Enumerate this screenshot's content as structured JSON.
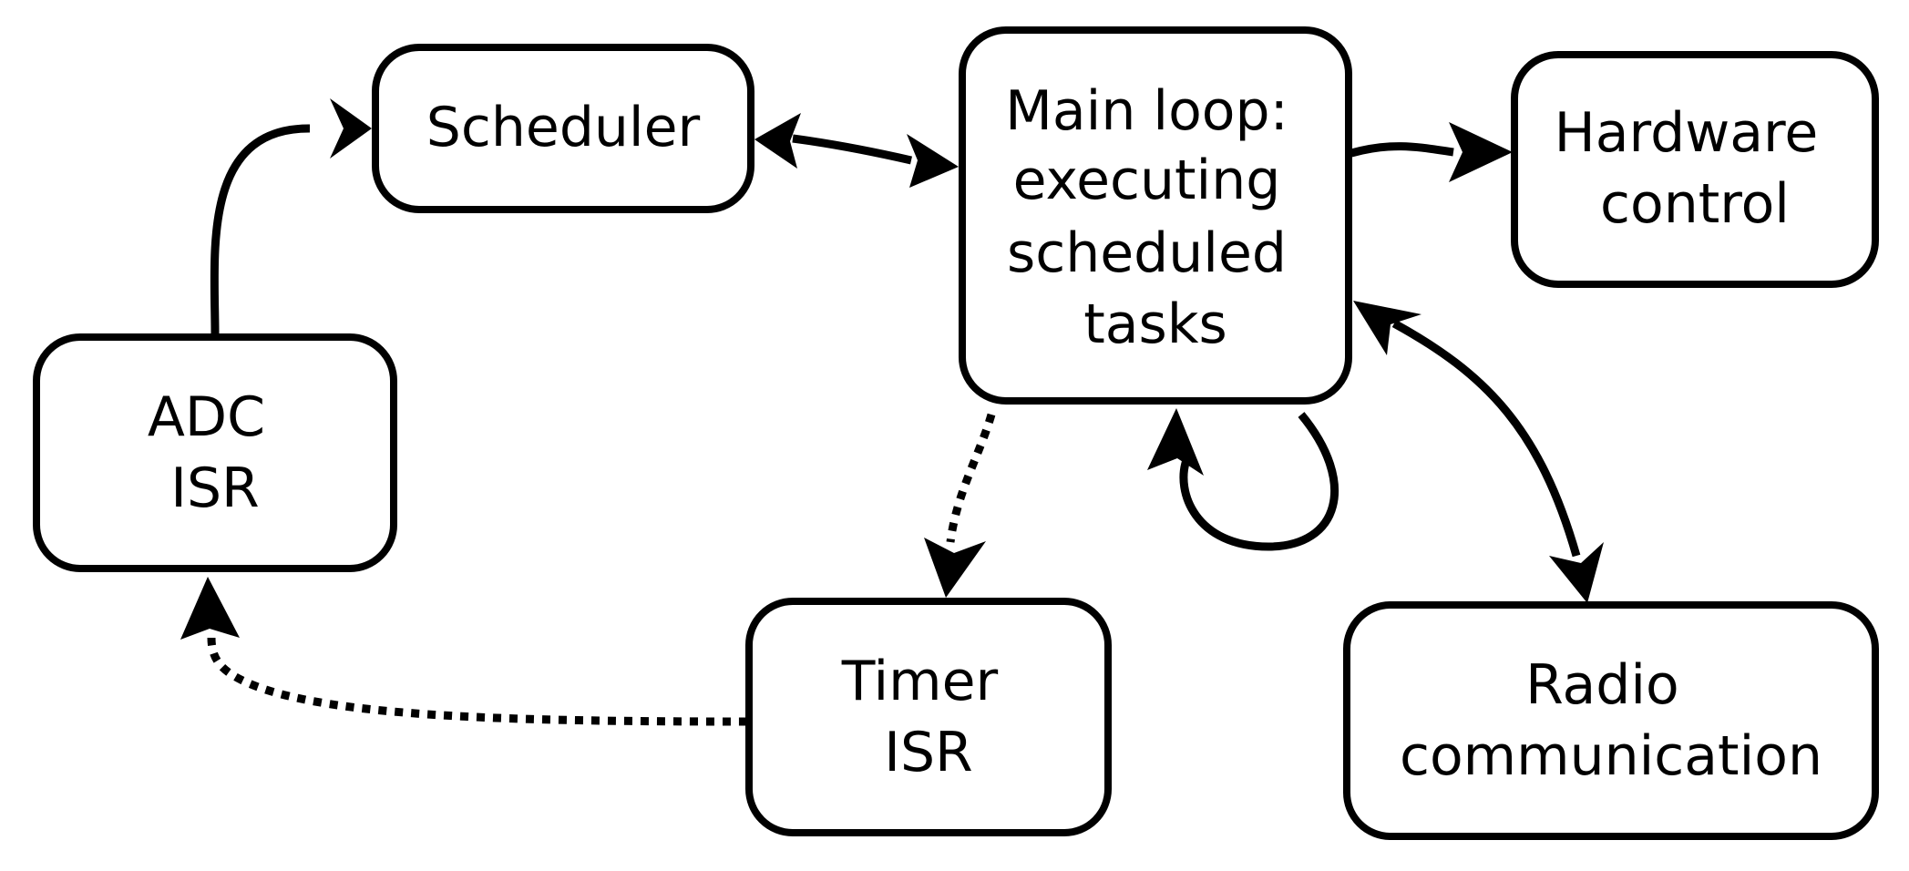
{
  "nodes": {
    "scheduler": {
      "lines": [
        "Scheduler"
      ]
    },
    "main_loop": {
      "lines": [
        "Main loop:",
        "executing",
        "scheduled",
        "tasks"
      ]
    },
    "hardware_control": {
      "lines": [
        "Hardware",
        "control"
      ]
    },
    "adc_isr": {
      "lines": [
        "ADC",
        "ISR"
      ]
    },
    "timer_isr": {
      "lines": [
        "Timer",
        "ISR"
      ]
    },
    "radio_communication": {
      "lines": [
        "Radio",
        "communication"
      ]
    }
  },
  "edges": [
    {
      "from": "adc_isr",
      "to": "scheduler",
      "style": "solid",
      "direction": "forward"
    },
    {
      "from": "scheduler",
      "to": "main_loop",
      "style": "solid",
      "direction": "both"
    },
    {
      "from": "main_loop",
      "to": "hardware_control",
      "style": "solid",
      "direction": "forward"
    },
    {
      "from": "main_loop",
      "to": "radio_communication",
      "style": "solid",
      "direction": "both"
    },
    {
      "from": "main_loop",
      "to": "main_loop",
      "style": "solid",
      "direction": "forward"
    },
    {
      "from": "main_loop",
      "to": "timer_isr",
      "style": "dotted",
      "direction": "forward"
    },
    {
      "from": "timer_isr",
      "to": "adc_isr",
      "style": "dotted",
      "direction": "forward"
    }
  ],
  "colors": {
    "stroke": "#000000",
    "background": "#ffffff"
  }
}
